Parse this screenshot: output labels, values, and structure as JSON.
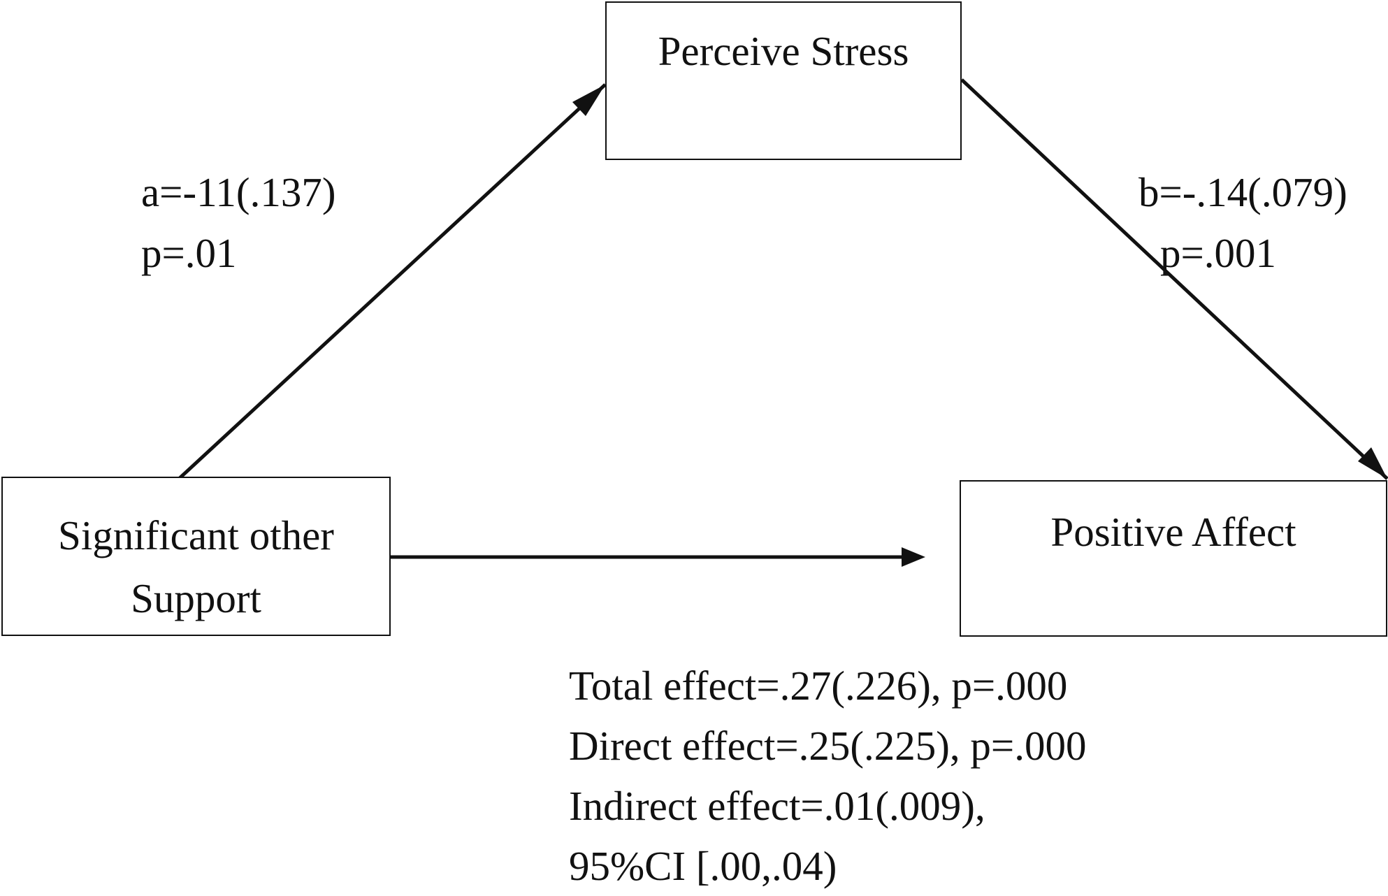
{
  "nodes": {
    "mediator": {
      "label": "Perceive Stress"
    },
    "predictor": {
      "label_line1": "Significant other",
      "label_line2": "Support"
    },
    "outcome": {
      "label": "Positive Affect"
    }
  },
  "paths": {
    "a": {
      "coefficient": "a=-11(.137)",
      "p_value": "p=.01"
    },
    "b": {
      "coefficient": "b=-.14(.079)",
      "p_value": "p=.001"
    }
  },
  "effects": {
    "total": "Total effect=.27(.226), p=.000",
    "direct": "Direct effect=.25(.225), p=.000",
    "indirect": "Indirect effect=.01(.009),",
    "ci": "95%CI [.00,.04)"
  },
  "colors": {
    "stroke": "#111111",
    "background": "#ffffff"
  },
  "icons": {
    "arrowhead": "arrowhead-icon"
  }
}
